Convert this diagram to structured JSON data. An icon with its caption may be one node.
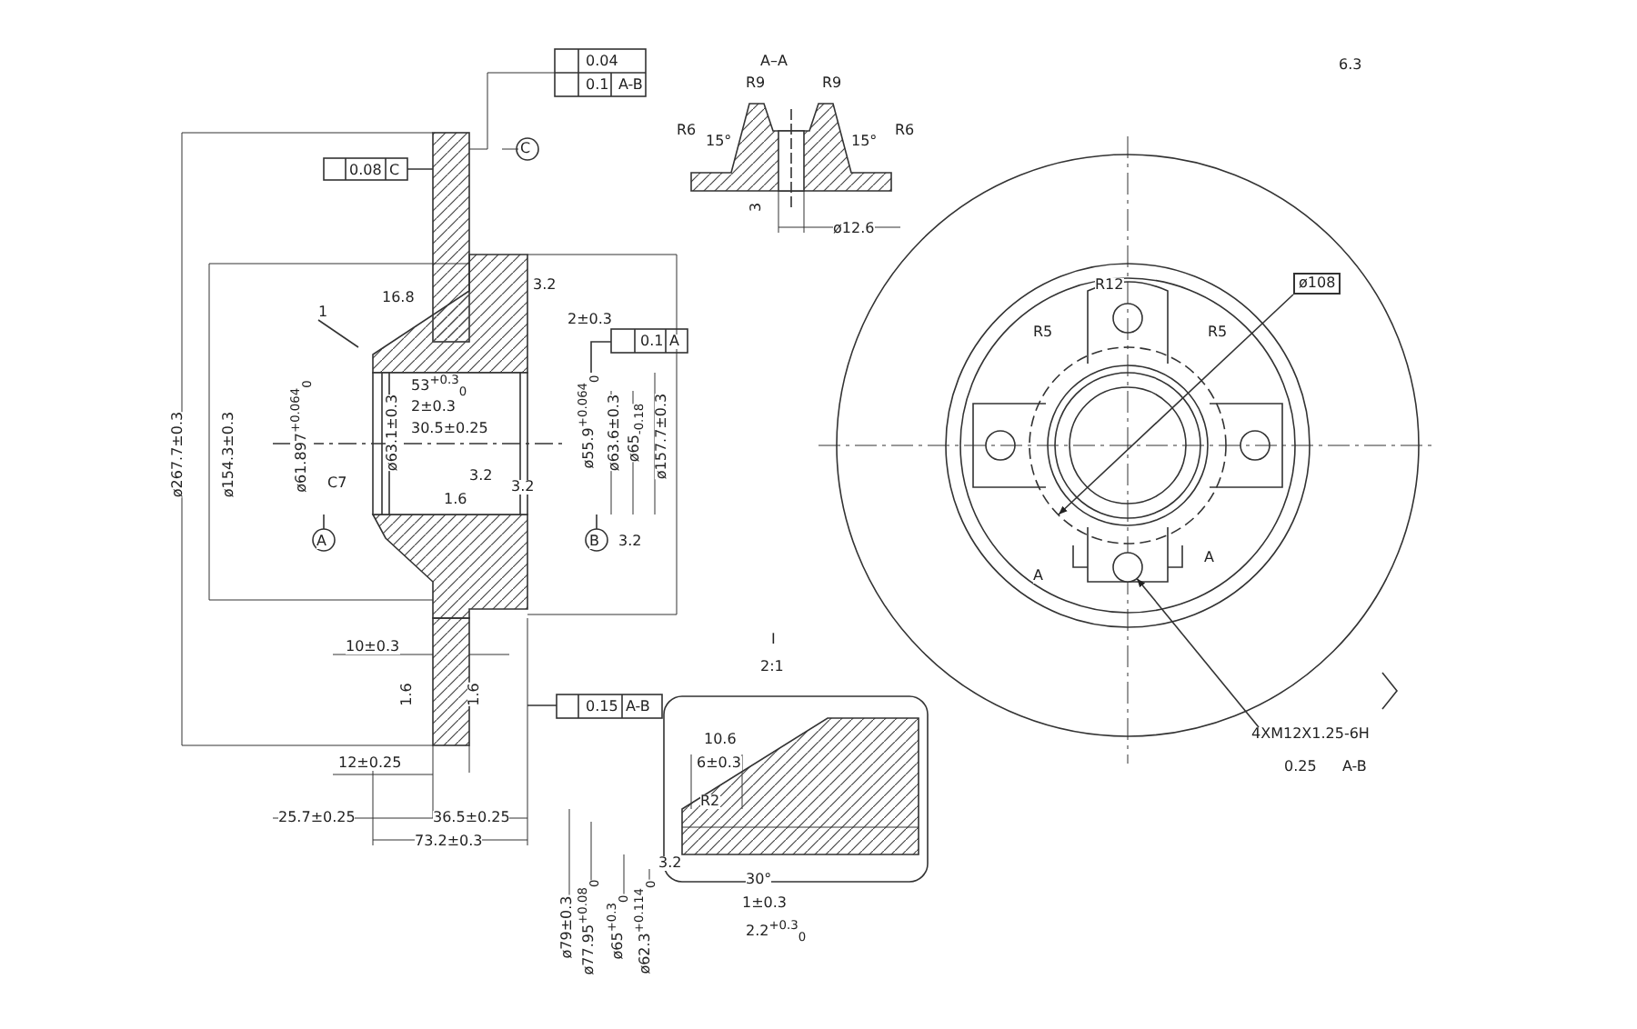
{
  "diagram": {
    "nodes": [
      {
        "text": [
          "4XM12X1.25-6H"
        ]
      },
      {
        "text": [],
        "shape": "circle"
      },
      {
        "text": [
          "ø108"
        ]
      },
      {
        "text": [
          "1"
        ]
      }
    ],
    "edges": [
      {
        "from": 0,
        "to": 1,
        "arrow": "to"
      },
      {
        "from": 2,
        "to": null,
        "arrow": "to"
      },
      {
        "from": 3,
        "to": null,
        "arrow": "none"
      }
    ],
    "labels": [
      "0.04",
      "A–A",
      "6.3",
      "0.1",
      "A-B",
      "R9",
      "R9",
      "R6",
      "15°",
      "15°",
      "R6",
      "C",
      "0.08",
      "C",
      "3",
      "ø12.6",
      "16.8",
      "3.2",
      "2±0.3",
      "0.1",
      "A",
      "53$^{+0.3}$$_{0}$",
      "2±0.3",
      "30.5±0.25",
      "ø267.7±0.3",
      "ø154.3±0.3",
      "ø61.897$^{+0.064}$$_{0}$",
      "ø63.1±0.3",
      "ø55.9$^{+0.064}$$_{0}$",
      "ø63.6±0.3",
      "ø65$_{-0.18}$",
      "ø157.7±0.3",
      "C7",
      "1.6",
      "3.2",
      "3.2",
      "A",
      "B",
      "3.2",
      "10±0.3",
      "1.6",
      "1.6",
      "0.15",
      "A-B",
      "12±0.25",
      "25.7±0.25",
      "36.5±0.25",
      "73.2±0.3",
      "I",
      "2:1",
      "10.6",
      "6±0.3",
      "R2",
      "3.2",
      "30°",
      "1±0.3",
      "2.2$^{+0.3}$$_{0}$",
      "ø79±0.3",
      "ø77.95$^{+0.08}$$_{0}$",
      "ø65$^{+0.3}$$_{0}$",
      "ø62.3$^{+0.114}$$_{0}$",
      "R12",
      "R5",
      "R5",
      "A",
      "A",
      "0.25",
      "A-B"
    ]
  }
}
